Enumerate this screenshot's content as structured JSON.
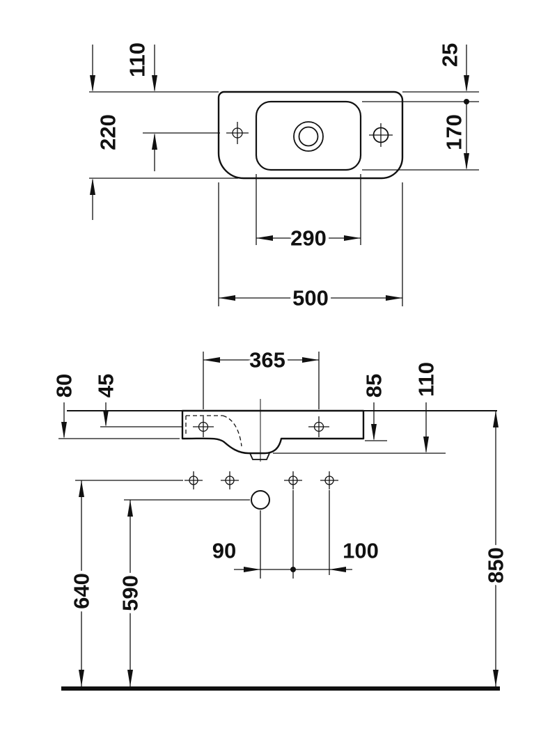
{
  "colors": {
    "line": "#111111",
    "background": "#ffffff"
  },
  "dims": {
    "plan": {
      "offset_back": "110",
      "depth": "220",
      "rim_back": "25",
      "bowl_depth": "170",
      "bowl_width": "290",
      "width": "500"
    },
    "front": {
      "tap_spacing": "365",
      "height_left": "80",
      "tap_height": "45",
      "height_right": "85",
      "outlet_depth": "110",
      "outlet_offset": "90",
      "hole_spacing": "100",
      "fixing_height": "640",
      "siphon_height": "590",
      "rim_height": "850"
    }
  }
}
